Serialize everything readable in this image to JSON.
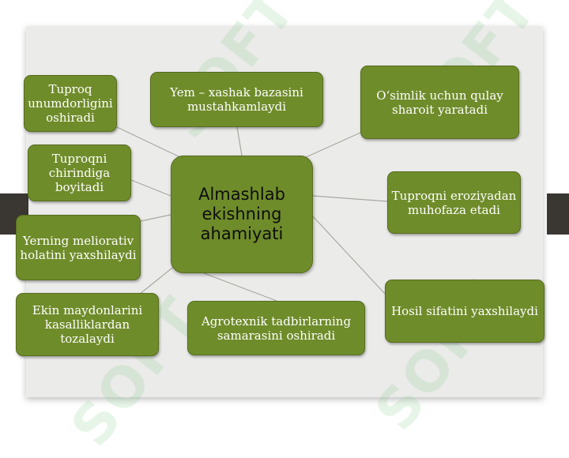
{
  "diagram": {
    "center": "Almashlab ekishning ahamiyati",
    "nodes": [
      "Tuproq unumdorligini oshiradi",
      "Yem – xashak bazasini mustahkamlaydi",
      "O‘simlik uchun qulay sharoit yaratadi",
      "Tuproqni chirindiga boyitadi",
      "Tuproqni eroziyadan muhofaza etadi",
      "Yerning meliorativ holatini yaxshilaydi",
      "Ekin maydonlarini kasalliklardan tozalaydi",
      "Agrotexnik tadbirlarning samarasini oshiradi",
      "Hosil sifatini yaxshilaydi"
    ]
  },
  "watermark": "SOFT",
  "colors": {
    "node_fill": "#6f8c2a",
    "node_text": "#ffffff",
    "center_text": "#0d0d0d",
    "panel_bg": "#ebebea",
    "connector": "#a8a8a0"
  }
}
